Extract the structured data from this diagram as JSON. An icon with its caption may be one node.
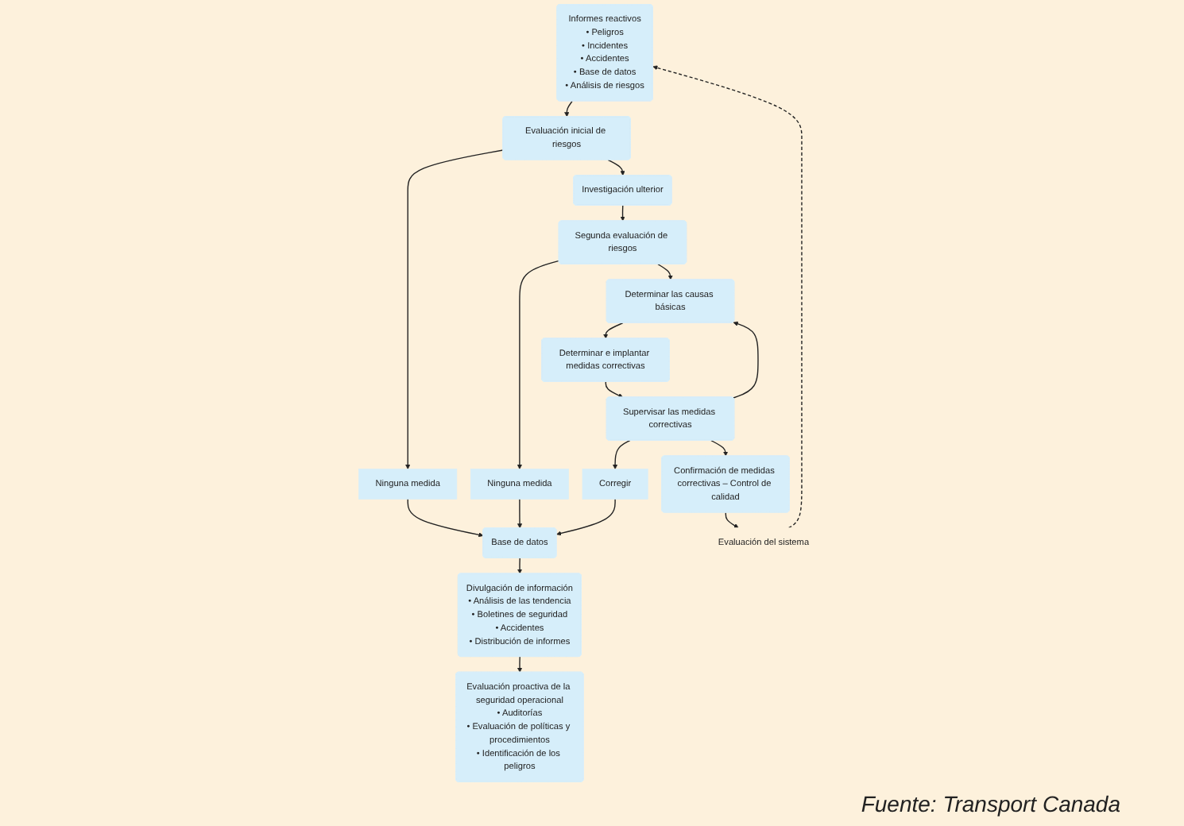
{
  "diagram": {
    "caption": "Fuente: Transport Canada",
    "nodes": [
      {
        "text": [
          "Informes reactivos",
          "• Peligros",
          "• Incidentes",
          "• Accidentes",
          "• Base de datos",
          "• Análisis de riesgos"
        ]
      },
      {
        "text": [
          "Evaluación proactiva de la seguridad operacional",
          "• Auditorías",
          "• Evaluación de políticas y procedimientos",
          "• Identificación de los peligros"
        ]
      },
      {
        "text": [
          "Evaluación inicial de riesgos"
        ]
      },
      {
        "text": [
          "Ninguna medida"
        ]
      },
      {
        "text": [
          "Investigación ulterior"
        ]
      },
      {
        "text": [
          "Segunda evaluación de riesgos"
        ]
      },
      {
        "text": [
          "Ninguna medida"
        ]
      },
      {
        "text": [
          "Determinar las causas básicas"
        ]
      },
      {
        "text": [
          "Determinar e implantar medidas correctivas"
        ]
      },
      {
        "text": [
          "Supervisar las medidas correctivas"
        ]
      },
      {
        "text": [
          "Corregir"
        ]
      },
      {
        "text": [
          "Confirmación de medidas correctivas – Control de calidad"
        ]
      },
      {
        "text": [
          "Base de datos"
        ]
      },
      {
        "text": [
          "Divulgación de información",
          "• Análisis de las tendencia",
          "• Boletines de seguridad",
          "• Accidentes",
          "• Distribución de informes"
        ]
      },
      {
        "text": [
          "Evaluación del sistema"
        ]
      }
    ],
    "edges": [
      {
        "from": 0,
        "to": 2,
        "arrow": "to"
      },
      {
        "from": 2,
        "to": 3,
        "arrow": "to"
      },
      {
        "from": 3,
        "to": 12,
        "arrow": "to"
      },
      {
        "from": 2,
        "to": 4,
        "arrow": "to"
      },
      {
        "from": 4,
        "to": 5,
        "arrow": "to"
      },
      {
        "from": 5,
        "to": 6,
        "arrow": "to"
      },
      {
        "from": 6,
        "to": 12,
        "arrow": "to"
      },
      {
        "from": 5,
        "to": 7,
        "arrow": "to"
      },
      {
        "from": 7,
        "to": 8,
        "arrow": "to"
      },
      {
        "from": 8,
        "to": 9,
        "arrow": "to"
      },
      {
        "from": 9,
        "to": 7,
        "arrow": "to"
      },
      {
        "from": 9,
        "to": 10,
        "arrow": "to"
      },
      {
        "from": 10,
        "to": 12,
        "arrow": "to"
      },
      {
        "from": 9,
        "to": 11,
        "arrow": "to"
      },
      {
        "from": 12,
        "to": 13,
        "arrow": "to"
      },
      {
        "from": 13,
        "to": 1,
        "arrow": "to"
      },
      {
        "from": 11,
        "to": 14,
        "arrow": "to"
      },
      {
        "from": 14,
        "to": 0,
        "arrow": "to",
        "style": "dashed"
      }
    ]
  }
}
